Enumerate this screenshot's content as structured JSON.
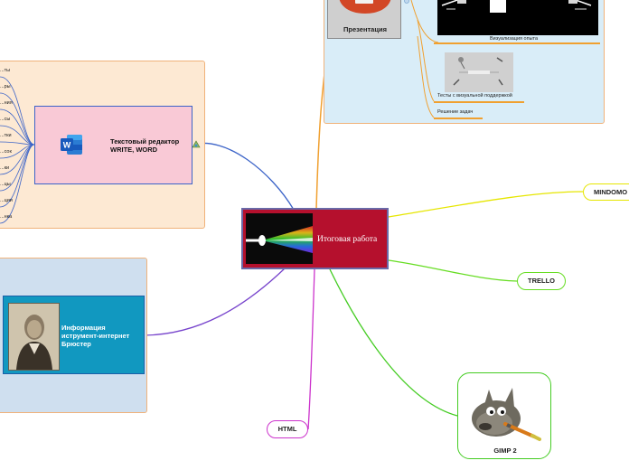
{
  "center": {
    "label": "Итоговая работа"
  },
  "word_node": {
    "label_line1": "Текстовый редактор",
    "label_line2": "WRITE, WORD"
  },
  "word_leaves": [
    "...ты",
    "...ры",
    "...ния",
    "...сы",
    "...тки",
    "...сок",
    "...ки",
    "...цы",
    "...ции",
    "...нка"
  ],
  "brewster_node": {
    "label_line1": "Информация",
    "label_line2": "иструмент-интернет",
    "label_line3": "Брюстер"
  },
  "presentation": {
    "label": "Презентация",
    "viz_label": "Визуализация опыта",
    "tests_label": "Тесты с визуальной поддержкой",
    "tasks_label": "Решение задач"
  },
  "mindomo": {
    "label": "MINDOMO"
  },
  "trello": {
    "label": "TRELLO"
  },
  "html": {
    "label": "HTML"
  },
  "gimp": {
    "label": "GIMP 2"
  },
  "colors": {
    "word_branch": "#3c64c8",
    "brewster_branch": "#7744cc",
    "presentation_branch": "#f0a030",
    "mindomo_branch": "#e6e600",
    "trello_branch": "#66dd22",
    "html_branch": "#cc33cc",
    "gimp_branch": "#44cc22",
    "center_fill": "#b5102d"
  }
}
